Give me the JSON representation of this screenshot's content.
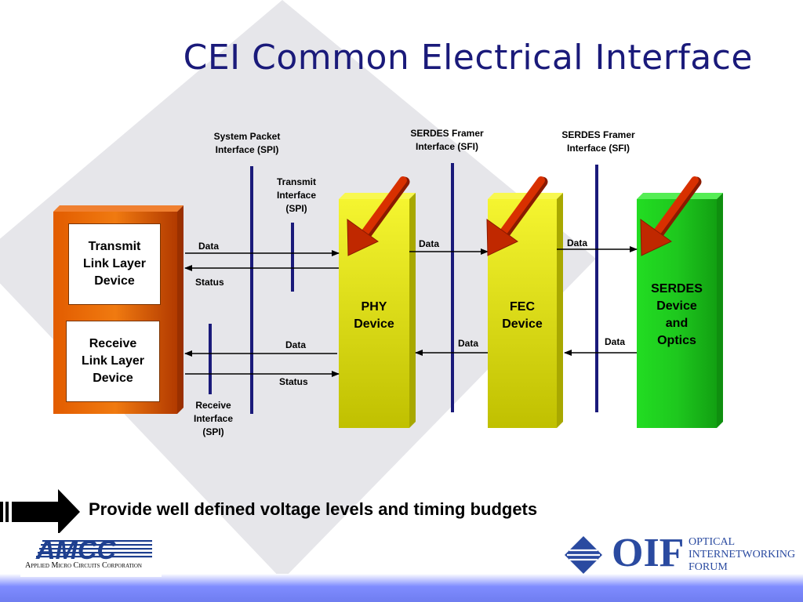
{
  "slide": {
    "title": "CEI  Common Electrical Interface",
    "tagline": "Provide well defined voltage levels and timing budgets"
  },
  "interfaces": {
    "spi_system": [
      "System Packet",
      "Interface (SPI)"
    ],
    "spi_transmit": [
      "Transmit",
      "Interface",
      "(SPI)"
    ],
    "spi_receive": [
      "Receive",
      "Interface",
      "(SPI)"
    ],
    "sfi_1": [
      "SERDES Framer",
      "Interface (SFI)"
    ],
    "sfi_2": [
      "SERDES Framer",
      "Interface (SFI)"
    ]
  },
  "devices": {
    "transmit": [
      "Transmit",
      "Link Layer",
      "Device"
    ],
    "receive": [
      "Receive",
      "Link Layer",
      "Device"
    ],
    "phy": [
      "PHY",
      "Device"
    ],
    "fec": [
      "FEC",
      "Device"
    ],
    "serdes": [
      "SERDES",
      "Device",
      "and",
      "Optics"
    ]
  },
  "signals": {
    "data": "Data",
    "status": "Status"
  },
  "logos": {
    "amcc_main": "AMCC",
    "amcc_sub": "Applied Micro Circuits Corporation",
    "oif_main": "OIF",
    "oif_sub": [
      "OPTICAL",
      "INTERNETWORKING",
      "FORUM"
    ]
  },
  "colors": {
    "title": "#1a1a7a",
    "orange_device": "#cc4a00",
    "yellow_device": "#d8d800",
    "green_device": "#1fc41f",
    "red_arrow": "#cc2a00",
    "interface_line": "#1a1a7a",
    "amcc_blue": "#1e3f8f",
    "oif_blue": "#2a4aa0"
  }
}
